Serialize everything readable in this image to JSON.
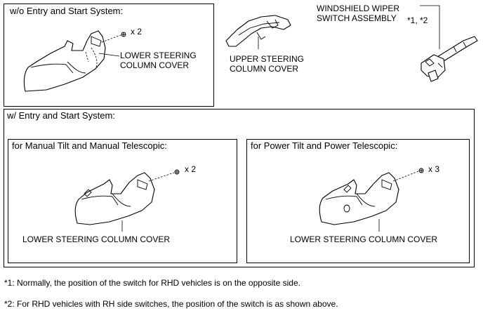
{
  "wo_entry": {
    "title": "w/o Entry and Start System:",
    "qty": "x 2",
    "lower_cover_label_1": "LOWER STEERING",
    "lower_cover_label_2": "COLUMN COVER"
  },
  "upper_cover": {
    "label_1": "UPPER STEERING",
    "label_2": "COLUMN COVER"
  },
  "wiper_switch": {
    "label_1": "WINDSHIELD WIPER",
    "label_2": "SWITCH ASSEMBLY",
    "note_ref": "*1, *2"
  },
  "w_entry": {
    "title": "w/ Entry and Start System:",
    "manual": {
      "title": "for Manual Tilt and Manual Telescopic:",
      "qty": "x 2",
      "label": "LOWER STEERING COLUMN COVER"
    },
    "power": {
      "title": "for Power Tilt and Power Telescopic:",
      "qty": "x 3",
      "label": "LOWER STEERING COLUMN COVER"
    }
  },
  "notes": {
    "note1": "*1: Normally, the position of the switch for RHD vehicles is on the opposite side.",
    "note2": "*2: For RHD vehicles with RH side switches, the position of the switch is as shown above."
  }
}
